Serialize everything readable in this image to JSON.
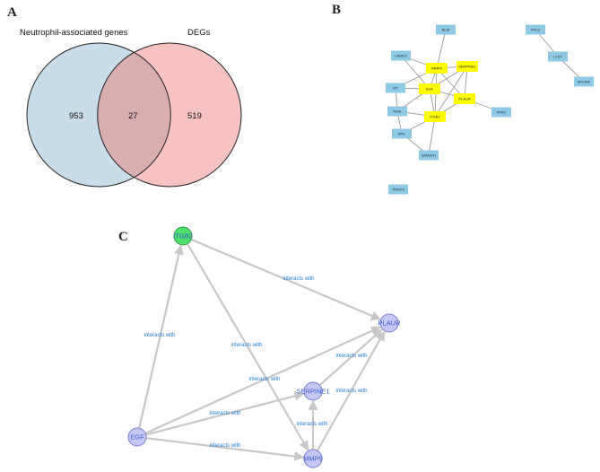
{
  "panels": {
    "a": "A",
    "b": "B",
    "c": "C"
  },
  "venn": {
    "left_title": "Neutrophil-associated genes",
    "right_title": "DEGs",
    "left_only": "953",
    "overlap": "27",
    "right_only": "519",
    "left_color": "#c9dcea",
    "right_color": "#f7c3c0",
    "overlap_color": "#d9aeb0"
  },
  "ppi": {
    "node_colors": {
      "hub": "#ffff00",
      "other": "#8ecae6"
    },
    "nodes": [
      {
        "id": "BLM",
        "hub": false
      },
      {
        "id": "FHL2",
        "hub": false
      },
      {
        "id": "LYST",
        "hub": false
      },
      {
        "id": "MYO5A",
        "hub": false
      },
      {
        "id": "LAMC2",
        "hub": false
      },
      {
        "id": "MMP9",
        "hub": true
      },
      {
        "id": "SERPINE1",
        "hub": true
      },
      {
        "id": "KIT",
        "hub": false
      },
      {
        "id": "EGF",
        "hub": true
      },
      {
        "id": "PLAUR",
        "hub": true
      },
      {
        "id": "MSN",
        "hub": false
      },
      {
        "id": "ITGB2",
        "hub": true
      },
      {
        "id": "FPR2",
        "hub": false
      },
      {
        "id": "BTK",
        "hub": false
      },
      {
        "id": "SAMSN1",
        "hub": false
      },
      {
        "id": "TRIM72",
        "hub": false
      }
    ],
    "edges": [
      [
        "BLM",
        "MMP9"
      ],
      [
        "FHL2",
        "LYST"
      ],
      [
        "LYST",
        "MYO5A"
      ],
      [
        "LAMC2",
        "MMP9"
      ],
      [
        "LAMC2",
        "EGF"
      ],
      [
        "MMP9",
        "SERPINE1"
      ],
      [
        "MMP9",
        "EGF"
      ],
      [
        "MMP9",
        "PLAUR"
      ],
      [
        "MMP9",
        "ITGB2"
      ],
      [
        "MMP9",
        "KIT"
      ],
      [
        "SERPINE1",
        "PLAUR"
      ],
      [
        "SERPINE1",
        "EGF"
      ],
      [
        "SERPINE1",
        "ITGB2"
      ],
      [
        "KIT",
        "EGF"
      ],
      [
        "KIT",
        "MSN"
      ],
      [
        "EGF",
        "PLAUR"
      ],
      [
        "EGF",
        "ITGB2"
      ],
      [
        "EGF",
        "MSN"
      ],
      [
        "PLAUR",
        "ITGB2"
      ],
      [
        "PLAUR",
        "FPR2"
      ],
      [
        "ITGB2",
        "MSN"
      ],
      [
        "ITGB2",
        "BTK"
      ],
      [
        "ITGB2",
        "SAMSN1"
      ],
      [
        "MSN",
        "BTK"
      ],
      [
        "BTK",
        "SAMSN1"
      ]
    ]
  },
  "network": {
    "edge_label": "interacts with",
    "colors": {
      "node_fill": "#c5c8f5",
      "node_stroke": "#7a7fcf",
      "highlight_fill": "#4ee06a",
      "highlight_stroke": "#2f9e46"
    },
    "nodes": [
      {
        "id": "ITGB2",
        "highlight": true
      },
      {
        "id": "PLAUR",
        "highlight": false
      },
      {
        "id": "SERPINE1",
        "highlight": false
      },
      {
        "id": "EGF",
        "highlight": false
      },
      {
        "id": "MMP9",
        "highlight": false
      }
    ],
    "edges": [
      [
        "ITGB2",
        "PLAUR"
      ],
      [
        "ITGB2",
        "MMP9"
      ],
      [
        "EGF",
        "ITGB2"
      ],
      [
        "EGF",
        "PLAUR"
      ],
      [
        "EGF",
        "SERPINE1"
      ],
      [
        "EGF",
        "MMP9"
      ],
      [
        "MMP9",
        "PLAUR"
      ],
      [
        "MMP9",
        "SERPINE1"
      ],
      [
        "SERPINE1",
        "PLAUR"
      ]
    ]
  }
}
